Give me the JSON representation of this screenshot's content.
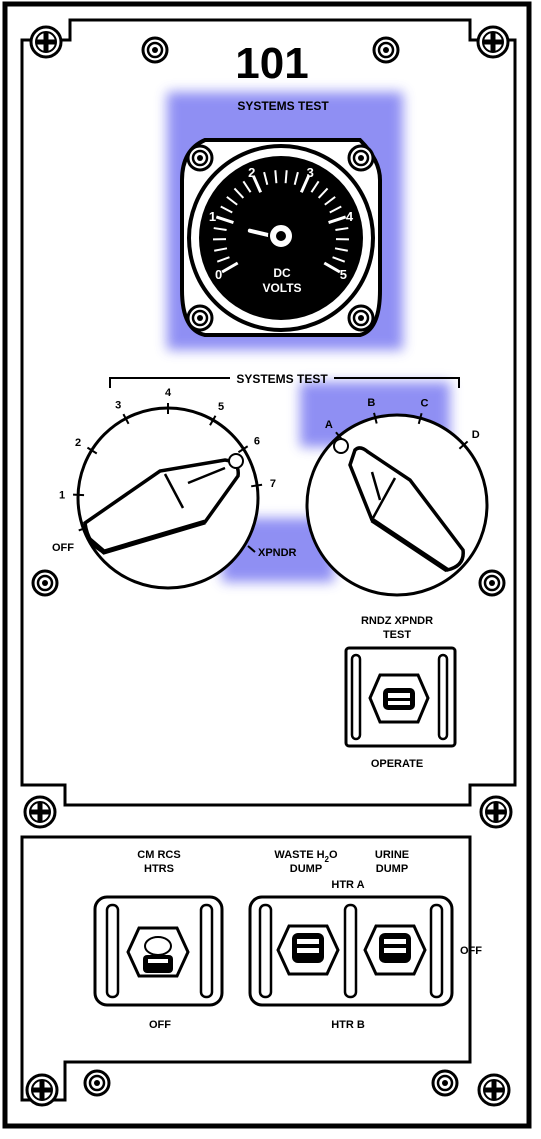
{
  "panel": {
    "number": "101",
    "highlight_color": "#7b7bf2"
  },
  "meter": {
    "title": "SYSTEMS TEST",
    "unit_line1": "DC",
    "unit_line2": "VOLTS",
    "scale": [
      "0",
      "1",
      "2",
      "3",
      "4",
      "5"
    ],
    "needle_value": 0.9
  },
  "systems_test_switches": {
    "bracket_label": "SYSTEMS TEST",
    "left_knob": {
      "positions": [
        "OFF",
        "1",
        "2",
        "3",
        "4",
        "5",
        "6",
        "7"
      ],
      "xpndr_label": "XPNDR"
    },
    "right_knob": {
      "positions": [
        "A",
        "B",
        "C",
        "D"
      ]
    }
  },
  "rndz_xpndr": {
    "label_line1": "RNDZ XPNDR",
    "label_line2": "TEST",
    "bottom_label": "OPERATE"
  },
  "lower_switches": {
    "cm_rcs_line1": "CM RCS",
    "cm_rcs_line2": "HTRS",
    "cm_rcs_off": "OFF",
    "waste_line1_pre": "WASTE H",
    "waste_sub": "2",
    "waste_line1_post": "O",
    "waste_line2": "DUMP",
    "urine_line1": "URINE",
    "urine_line2": "DUMP",
    "htr_a": "HTR A",
    "htr_b": "HTR B",
    "right_off": "OFF"
  }
}
